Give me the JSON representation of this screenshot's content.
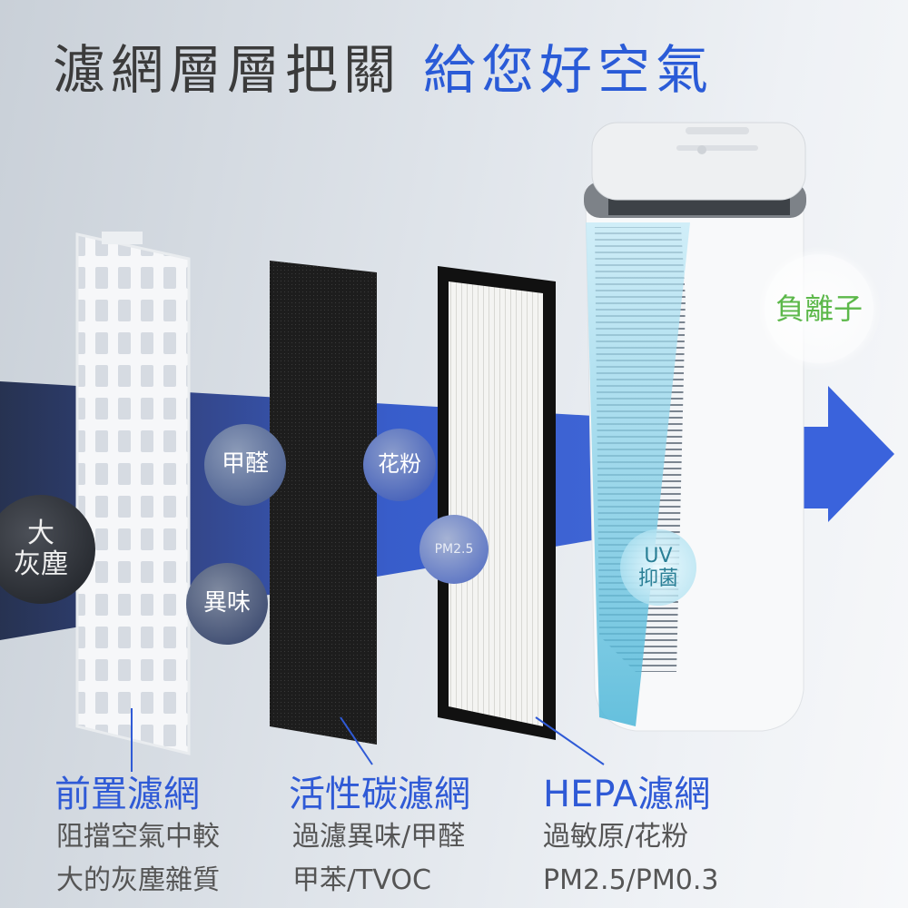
{
  "title": {
    "gray": "濾網層層把關",
    "blue": "給您好空氣"
  },
  "bubbles": {
    "dust": "大\n灰塵",
    "formaldehyde": "甲醛",
    "odor": "異味",
    "pollen": "花粉",
    "pm25": "PM2.5",
    "anion": "負離子",
    "uv_line1": "UV",
    "uv_line2": "抑菌"
  },
  "filters": [
    {
      "name": "前置濾網",
      "desc": [
        "阻擋空氣中較",
        "大的灰塵雜質"
      ]
    },
    {
      "name": "活性碳濾網",
      "desc": [
        "過濾異味/甲醛",
        "甲苯/TVOC"
      ]
    },
    {
      "name": "HEPA濾網",
      "desc": [
        "過敏原/花粉",
        "PM2.5/PM0.3"
      ]
    }
  ],
  "colors": {
    "accent_blue": "#2f5ad6",
    "arrow_blue": "#3a63dc",
    "anion_green": "#5cb84a",
    "uv_teal": "#2a7f96"
  }
}
